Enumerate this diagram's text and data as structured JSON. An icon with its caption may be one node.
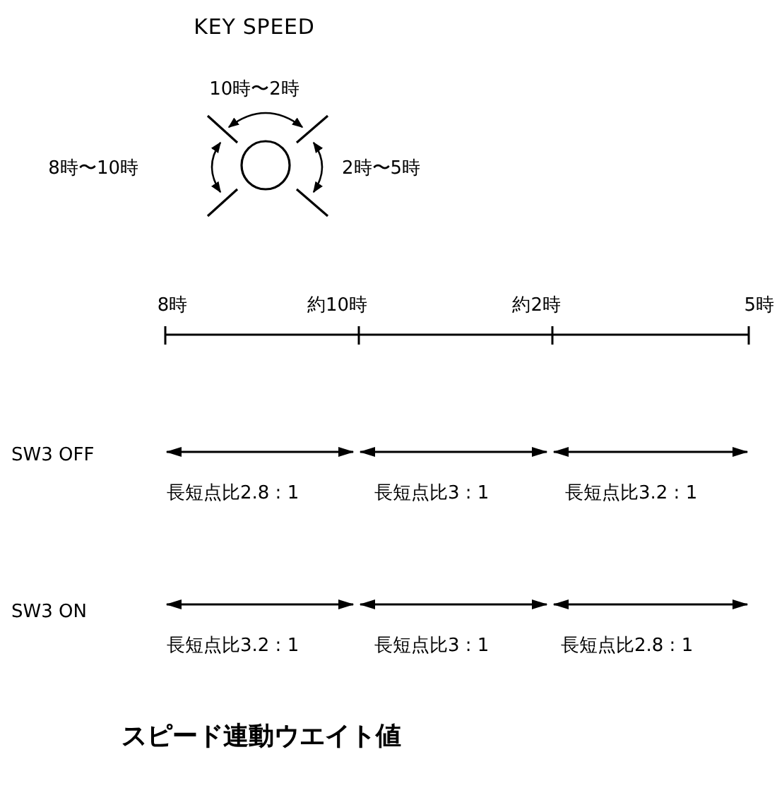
{
  "diagram": {
    "title": "KEY SPEED",
    "caption": "スピード連動ウエイト値",
    "labels": [
      "10時〜2時",
      "8時〜10時",
      "2時〜5時",
      "8時",
      "約10時",
      "約2時",
      "5時",
      "SW3 OFF",
      "長短点比2.8 : 1",
      "長短点比3 : 1",
      "長短点比3.2 : 1",
      "SW3 ON",
      "長短点比3.2 : 1",
      "長短点比3 : 1",
      "長短点比2.8 : 1"
    ]
  }
}
